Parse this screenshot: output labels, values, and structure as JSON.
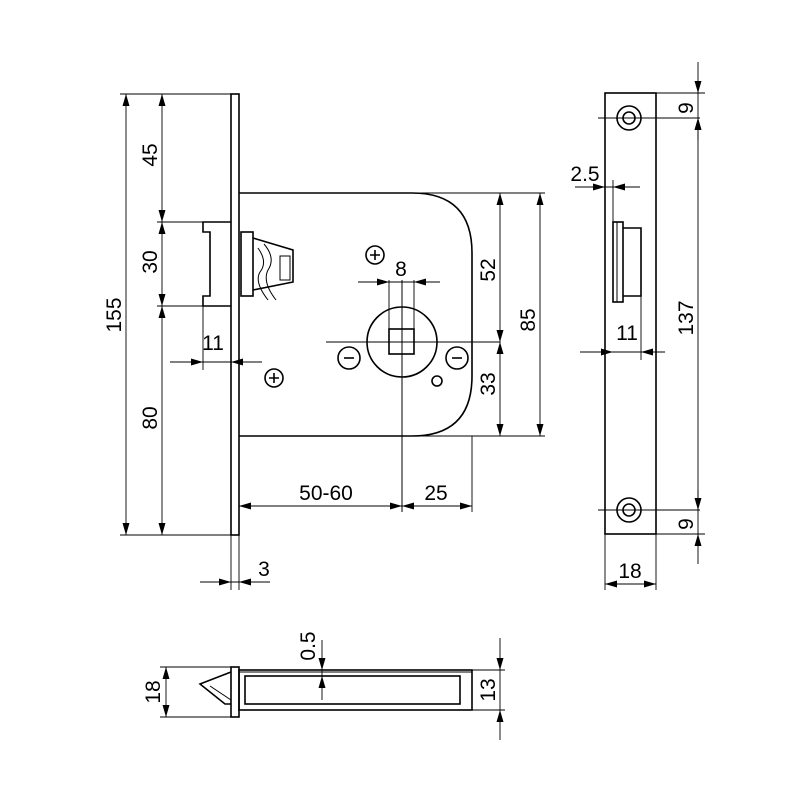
{
  "dimensions": {
    "faceplate_height": "155",
    "top_to_latch": "45",
    "latch_height": "30",
    "latch_to_bottom": "80",
    "latch_projection": "11",
    "faceplate_thickness": "3",
    "backset": "50-60",
    "spindle_to_edge": "25",
    "spindle_size": "8",
    "case_upper_height": "52",
    "case_height": "85",
    "spindle_to_case_bottom": "33",
    "strike_recess_offset": "2.5",
    "strike_recess_depth": "11",
    "strike_top_hole": "9",
    "strike_hole_spacing": "137",
    "strike_bottom_hole": "9",
    "strike_width": "18",
    "plate_offset": "0.5",
    "faceplate_width": "18",
    "case_width": "13"
  },
  "colors": {
    "line": "#000000",
    "background": "#ffffff"
  }
}
